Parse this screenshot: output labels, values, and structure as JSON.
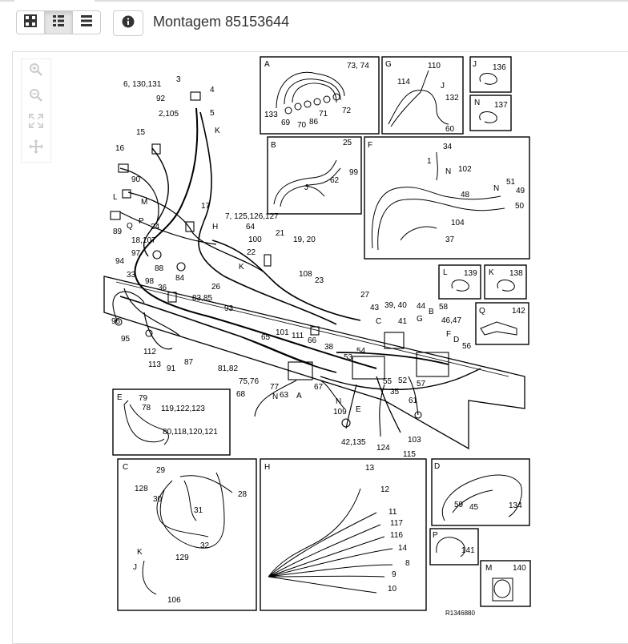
{
  "page": {
    "title": "Montagem 85153644",
    "drawing_id": "R1346880"
  },
  "toolbar": {
    "buttons": [
      {
        "icon": "grid-view-icon",
        "active": false
      },
      {
        "icon": "list-detail-view-icon",
        "active": true
      },
      {
        "icon": "list-view-icon",
        "active": false
      }
    ],
    "info_icon": "info-icon"
  },
  "zoom_controls": [
    {
      "icon": "zoom-in-icon"
    },
    {
      "icon": "zoom-out-icon"
    },
    {
      "icon": "fit-screen-icon"
    },
    {
      "icon": "pan-move-icon"
    }
  ],
  "callouts": {
    "main": [
      "6, 130,131",
      "3",
      "4",
      "92",
      "5",
      "2,105",
      "K",
      "15",
      "16",
      "90",
      "L",
      "M",
      "89",
      "P",
      "Q",
      "24",
      "17",
      "7, 125,126,127",
      "H",
      "64",
      "100",
      "21",
      "19, 20",
      "18,107",
      "22",
      "97",
      "88",
      "K",
      "26",
      "84",
      "94",
      "33",
      "98",
      "36",
      "83,85",
      "96",
      "93",
      "95",
      "112",
      "113",
      "91",
      "87",
      "108",
      "23",
      "27",
      "43",
      "39, 40",
      "44",
      "C",
      "41",
      "G",
      "B",
      "58",
      "46,47",
      "F",
      "D",
      "56",
      "101",
      "111",
      "65",
      "66",
      "38",
      "53",
      "54",
      "55",
      "52",
      "57",
      "81,82",
      "75,76",
      "77",
      "N",
      "63",
      "A",
      "67",
      "68",
      "35",
      "61",
      "N",
      "109",
      "E",
      "42,135",
      "124",
      "103",
      "115"
    ],
    "box_A": {
      "label": "A",
      "numbers": [
        "73, 74",
        "133",
        "69",
        "70",
        "86",
        "71",
        "72"
      ]
    },
    "box_G": {
      "label": "G",
      "numbers": [
        "110",
        "114",
        "J",
        "132",
        "60"
      ]
    },
    "box_J": {
      "label": "J",
      "numbers": [
        "136"
      ]
    },
    "box_N": {
      "label": "N",
      "numbers": [
        "137"
      ]
    },
    "box_B": {
      "label": "B",
      "numbers": [
        "25",
        "99",
        "J",
        "62"
      ]
    },
    "box_F": {
      "label": "F",
      "numbers": [
        "34",
        "1",
        "N",
        "102",
        "48",
        "51",
        "N",
        "49",
        "50",
        "104",
        "37"
      ]
    },
    "box_L": {
      "label": "L",
      "numbers": [
        "139"
      ]
    },
    "box_K": {
      "label": "K",
      "numbers": [
        "138"
      ]
    },
    "box_Q": {
      "label": "Q",
      "numbers": [
        "142"
      ]
    },
    "box_E": {
      "label": "E",
      "numbers": [
        "79",
        "78",
        "119,122,123",
        "80,118,120,121"
      ]
    },
    "box_C": {
      "label": "C",
      "numbers": [
        "29",
        "128",
        "30",
        "28",
        "31",
        "32",
        "K",
        "129",
        "J",
        "106"
      ]
    },
    "box_H": {
      "label": "H",
      "numbers": [
        "13",
        "12",
        "11",
        "117",
        "116",
        "14",
        "8",
        "9",
        "10"
      ]
    },
    "box_D": {
      "label": "D",
      "numbers": [
        "59",
        "45",
        "134"
      ]
    },
    "box_P": {
      "label": "P",
      "numbers": [
        "141"
      ]
    },
    "box_M": {
      "label": "M",
      "numbers": [
        "140"
      ]
    }
  }
}
